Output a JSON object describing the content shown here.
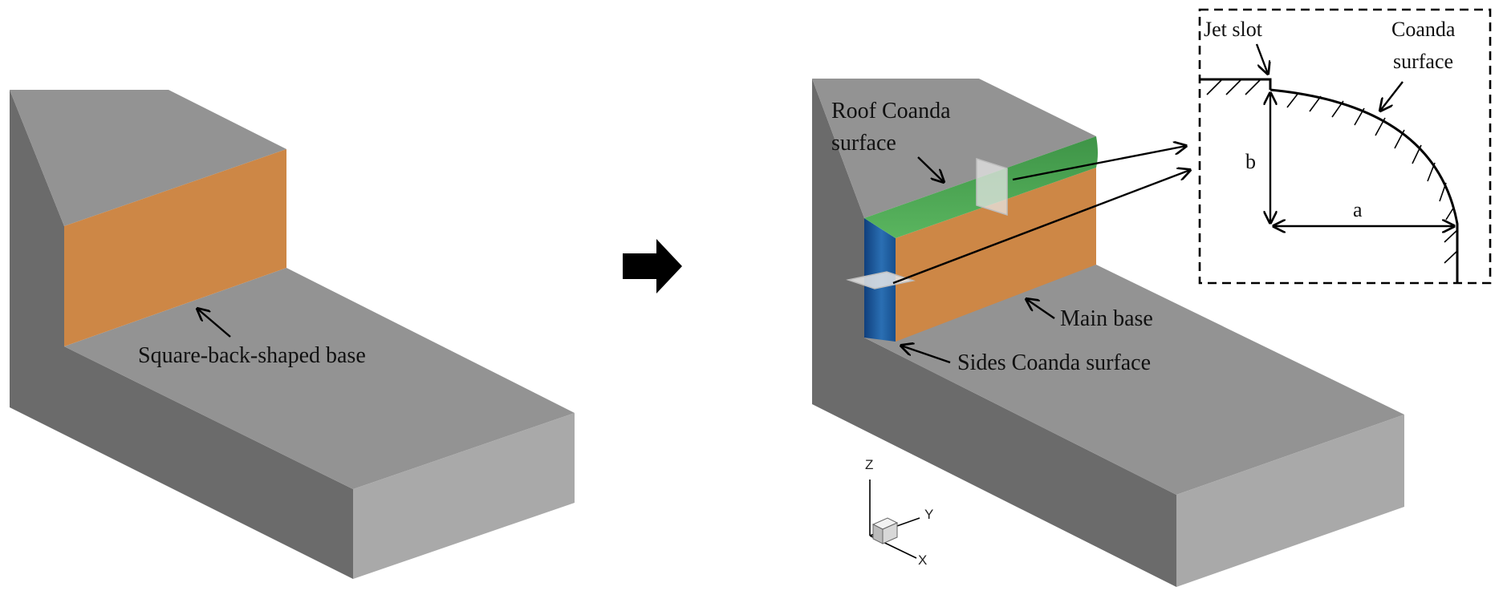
{
  "left_model": {
    "base_label": "Square-back-shaped base"
  },
  "right_model": {
    "roof_label_line1": "Roof Coanda",
    "roof_label_line2": "surface",
    "main_base_label": "Main base",
    "sides_label": "Sides Coanda surface"
  },
  "inset": {
    "jet_slot_label": "Jet slot",
    "coanda_label_line1": "Coanda",
    "coanda_label_line2": "surface",
    "dim_a": "a",
    "dim_b": "b"
  },
  "axes_triad": {
    "z": "Z",
    "y": "Y",
    "x": "X"
  },
  "colors": {
    "body_top": "#939393",
    "body_side_dark": "#6b6b6b",
    "body_end": "#a9a9a9",
    "base_orange": "#cd8746",
    "roof_green": "#48a350",
    "side_blue": "#1e5a9c"
  },
  "icons": {
    "transition_arrow": "right-arrow-icon"
  }
}
